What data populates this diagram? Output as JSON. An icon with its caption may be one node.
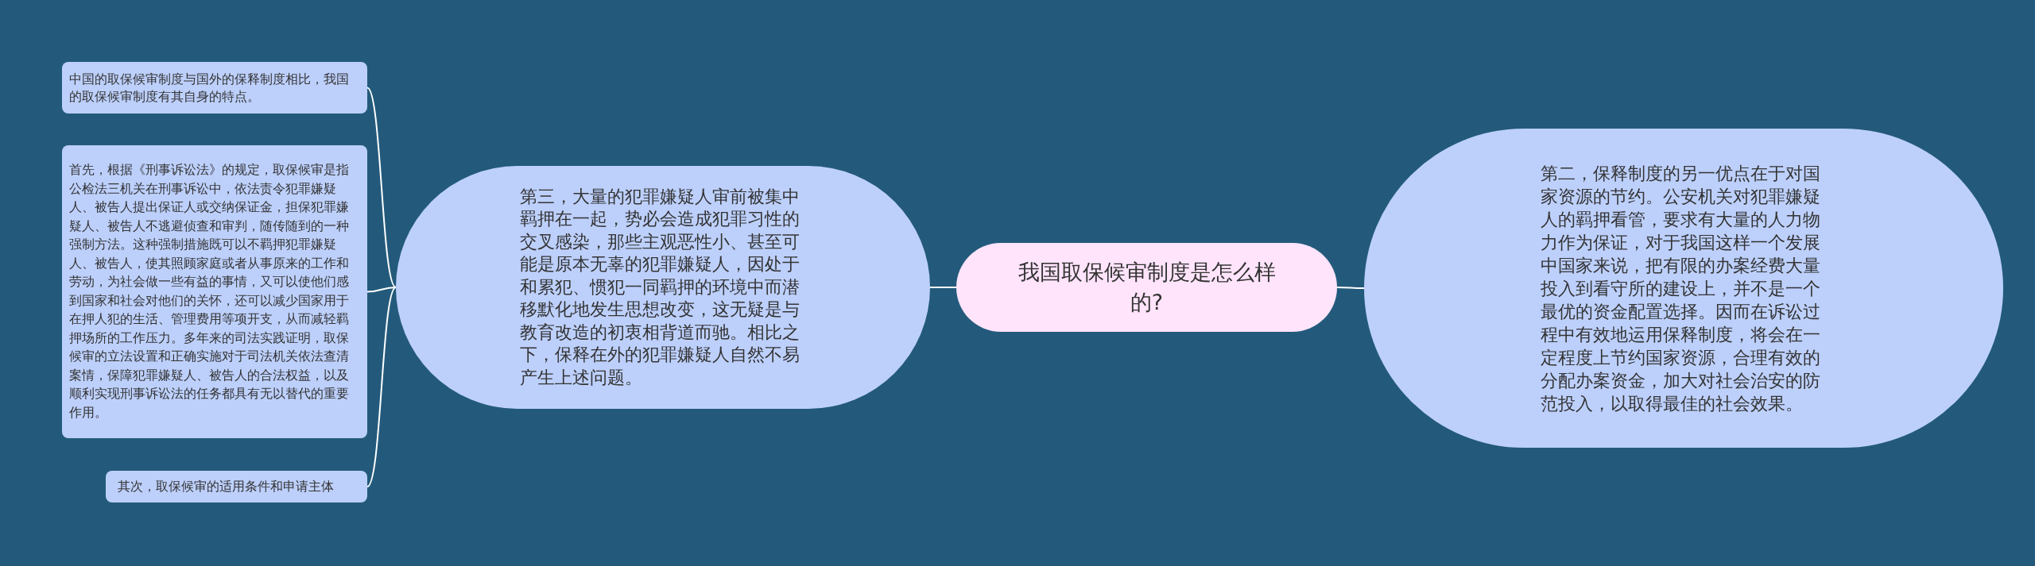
{
  "diagram": {
    "nodes": [
      {
        "text": [
          "我国取保候审制度是怎么样的?"
        ]
      },
      {
        "text": [
          "第二，保释制度的另一优点在于对国家资源的节约。公安机关对犯罪嫌疑人的羁押看管，要求有大量的人力物力作为保证，对于我国这样一个发展中国家来说，把有限的办案经费大量投入到看守所的建设上，并不是一个最优的资金配置选择。因而在诉讼过程中有效地运用保释制度，将会在一定程度上节约国家资源，合理有效的分配办案资金，加大对社会治安的防范投入，以取得最佳的社会效果。"
        ]
      },
      {
        "text": [
          "第三，大量的犯罪嫌疑人审前被集中羁押在一起，势必会造成犯罪习性的交叉感染，那些主观恶性小、甚至可能是原本无辜的犯罪嫌疑人，因处于和累犯、惯犯一同羁押的环境中而潜移默化地发生思想改变，这无疑是与教育改造的初衷相背道而驰。相比之下，保释在外的犯罪嫌疑人自然不易产生上述问题。"
        ]
      },
      {
        "text": [
          "中国的取保候审制度与国外的保释制度相比，我国的取保候审制度有其自身的特点。"
        ]
      },
      {
        "text": [
          "首先，根据《刑事诉讼法》的规定，取保候审是指公检法三机关在刑事诉讼中，依法责令犯罪嫌疑人、被告人提出保证人或交纳保证金，担保犯罪嫌疑人、被告人不逃避侦查和审判，随传随到的一种强制方法。这种强制措施既可以不羁押犯罪嫌疑人、被告人，使其照顾家庭或者从事原来的工作和劳动，为社会做一些有益的事情，又可以使他们感到国家和社会对他们的关怀，还可以减少国家用于在押人犯的生活、管理费用等项开支，从而减轻羁押场所的工作压力。多年来的司法实践证明，取保候审的立法设置和正确实施对于司法机关依法查清案情，保障犯罪嫌疑人、被告人的合法权益，以及顺利实现刑事诉讼法的任务都具有无以替代的重要作用。"
        ]
      },
      {
        "text": [
          "其次，取保候审的适用条件和申请主体"
        ]
      }
    ],
    "edges": [
      {
        "from": 0,
        "to": 1,
        "arrow": "none"
      },
      {
        "from": 0,
        "to": 2,
        "arrow": "none"
      },
      {
        "from": 2,
        "to": 3,
        "arrow": "none"
      },
      {
        "from": 2,
        "to": 4,
        "arrow": "none"
      },
      {
        "from": 2,
        "to": 5,
        "arrow": "none"
      }
    ]
  }
}
